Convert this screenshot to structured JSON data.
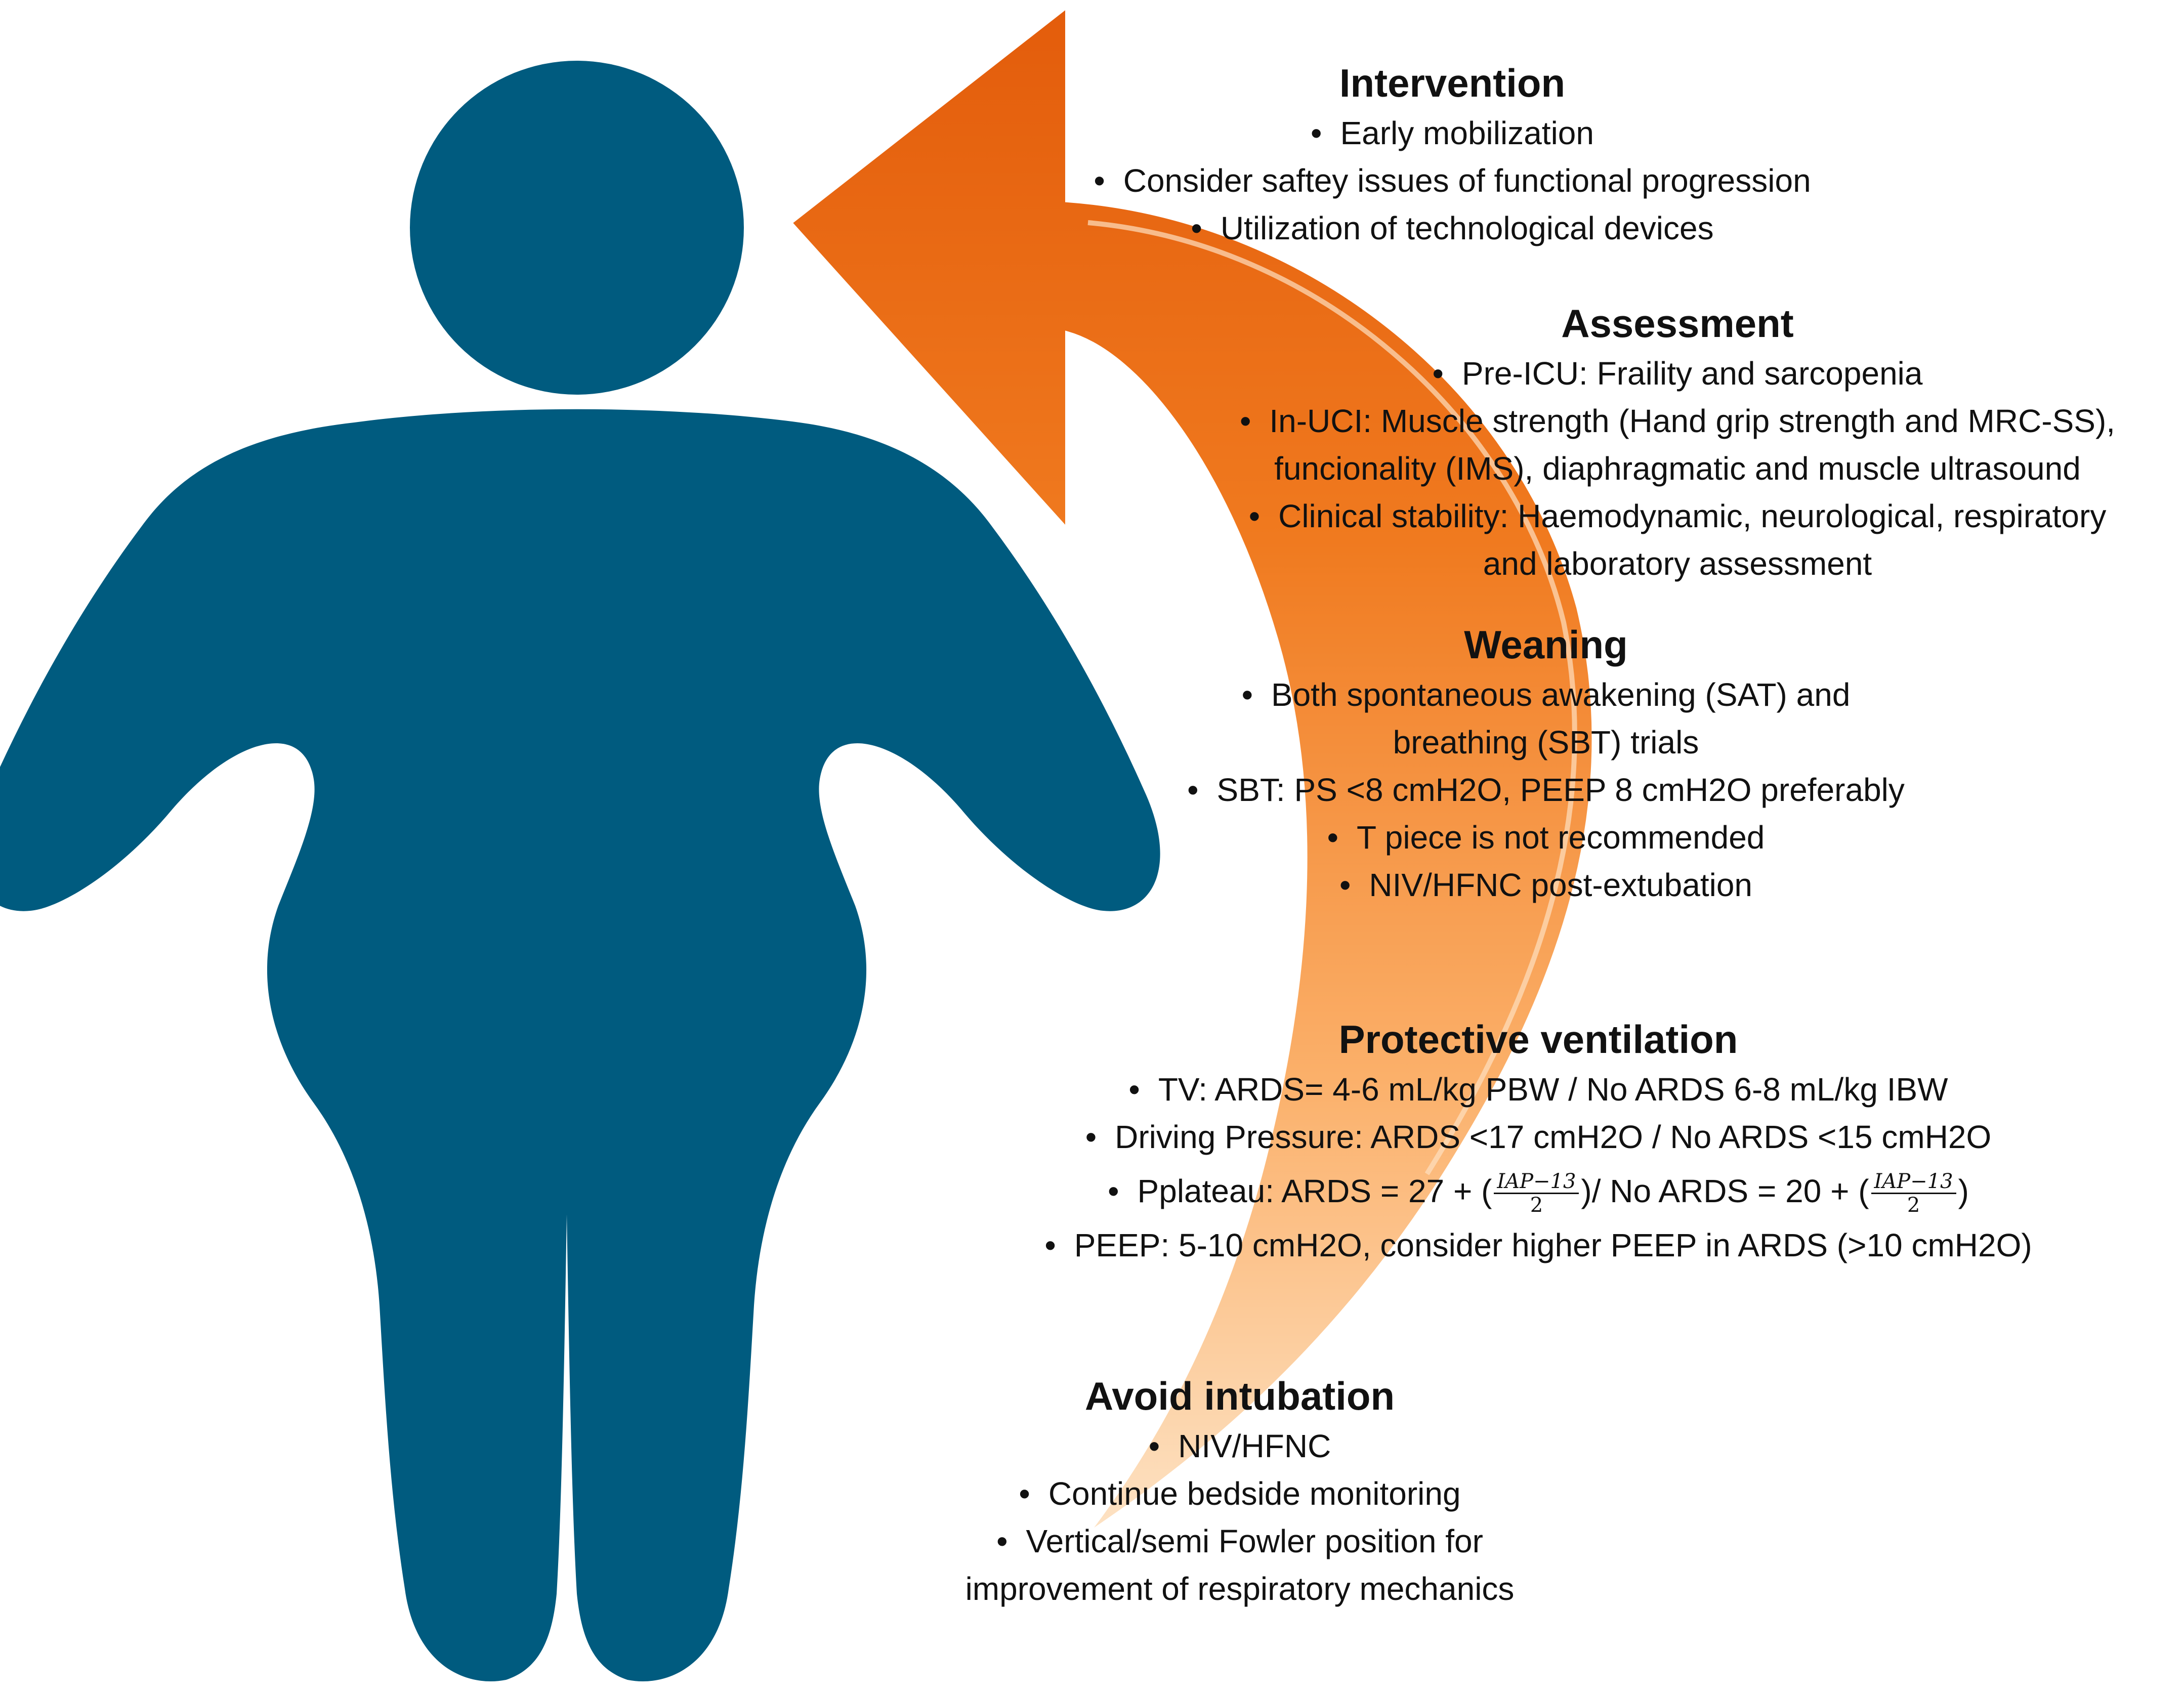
{
  "colors": {
    "figure": "#005b7f",
    "arrow_dark": "#e8600f",
    "arrow_light": "#fbbf7a",
    "text": "#111111"
  },
  "figure": {
    "icon": "person-silhouette-icon"
  },
  "sections": {
    "intervention": {
      "title": "Intervention",
      "items": [
        "Early mobilization",
        "Consider saftey issues of functional progression",
        "Utilization of technological devices"
      ]
    },
    "assessment": {
      "title": "Assessment",
      "items": [
        "Pre-ICU: Fraility and sarcopenia",
        [
          "In-UCI: Muscle strength (Hand grip strength and MRC-SS),",
          "funcionality (IMS), diaphragmatic and muscle ultrasound"
        ],
        [
          "Clinical stability: Haemodynamic, neurological, respiratory",
          "and laboratory assessment"
        ]
      ]
    },
    "weaning": {
      "title": "Weaning",
      "items": [
        [
          "Both spontaneous awakening (SAT) and",
          "breathing (SBT) trials"
        ],
        "SBT: PS <8 cmH2O, PEEP 8 cmH2O preferably",
        "T piece is not recommended",
        "NIV/HFNC post-extubation"
      ]
    },
    "protective": {
      "title": "Protective ventilation",
      "items": [
        "TV: ARDS= 4-6 mL/kg PBW / No ARDS 6-8 mL/kg IBW",
        "Driving Pressure: ARDS <17 cmH2O / No ARDS <15 cmH2O",
        "PEEP: 5-10 cmH2O, consider higher PEEP in ARDS (>10 cmH2O)"
      ],
      "pplateau": {
        "prefix": "Pplateau: ARDS = 27 + (",
        "mid": ")/ No ARDS = 20 + (",
        "suffix": ")",
        "numerator": "IAP−13",
        "denominator": "2"
      }
    },
    "avoid": {
      "title": "Avoid intubation",
      "items": [
        "NIV/HFNC",
        "Continue bedside monitoring",
        [
          "Vertical/semi Fowler position for",
          "improvement of respiratory mechanics"
        ]
      ]
    }
  }
}
